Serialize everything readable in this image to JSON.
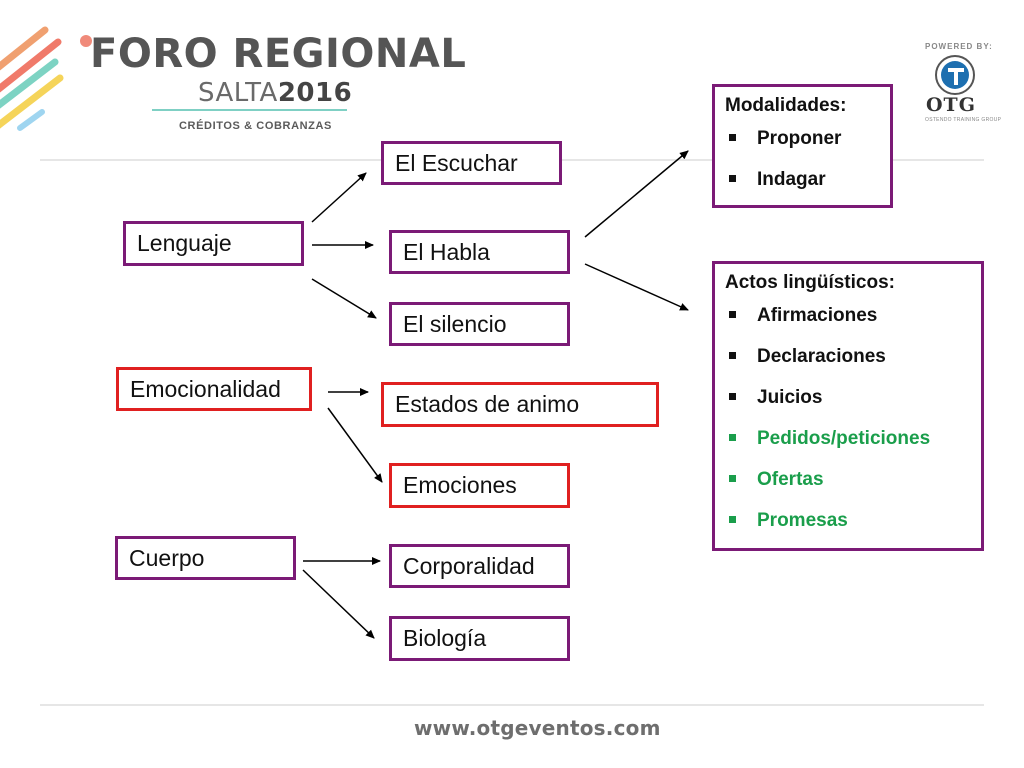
{
  "header": {
    "title": "FORO REGIONAL",
    "subtitle_light": "SALTA",
    "subtitle_bold": "2016",
    "tagline": "CRÉDITOS & COBRANZAS",
    "powered_by": "POWERED BY:",
    "brand": "OTG",
    "brand_sub": "OSTENDO TRAINING GROUP"
  },
  "diagram": {
    "lenguaje": "Lenguaje",
    "escuchar": "El Escuchar",
    "habla": "El Habla",
    "silencio": "El silencio",
    "emocionalidad": "Emocionalidad",
    "estados": "Estados de animo",
    "emociones": "Emociones",
    "cuerpo": "Cuerpo",
    "corporalidad": "Corporalidad",
    "biologia": "Biología"
  },
  "modalidades": {
    "heading": "Modalidades:",
    "items": [
      "Proponer",
      "Indagar"
    ]
  },
  "actos": {
    "heading": "Actos lingüísticos:",
    "items": [
      "Afirmaciones",
      "Declaraciones",
      "Juicios"
    ],
    "green_items": [
      "Pedidos/peticiones",
      "Ofertas",
      "Promesas"
    ]
  },
  "colors": {
    "purple_border": "#7b1a76",
    "red_border": "#e02020",
    "green_text": "#1a9e4b"
  },
  "footer": {
    "url": "www.otgeventos.com"
  }
}
